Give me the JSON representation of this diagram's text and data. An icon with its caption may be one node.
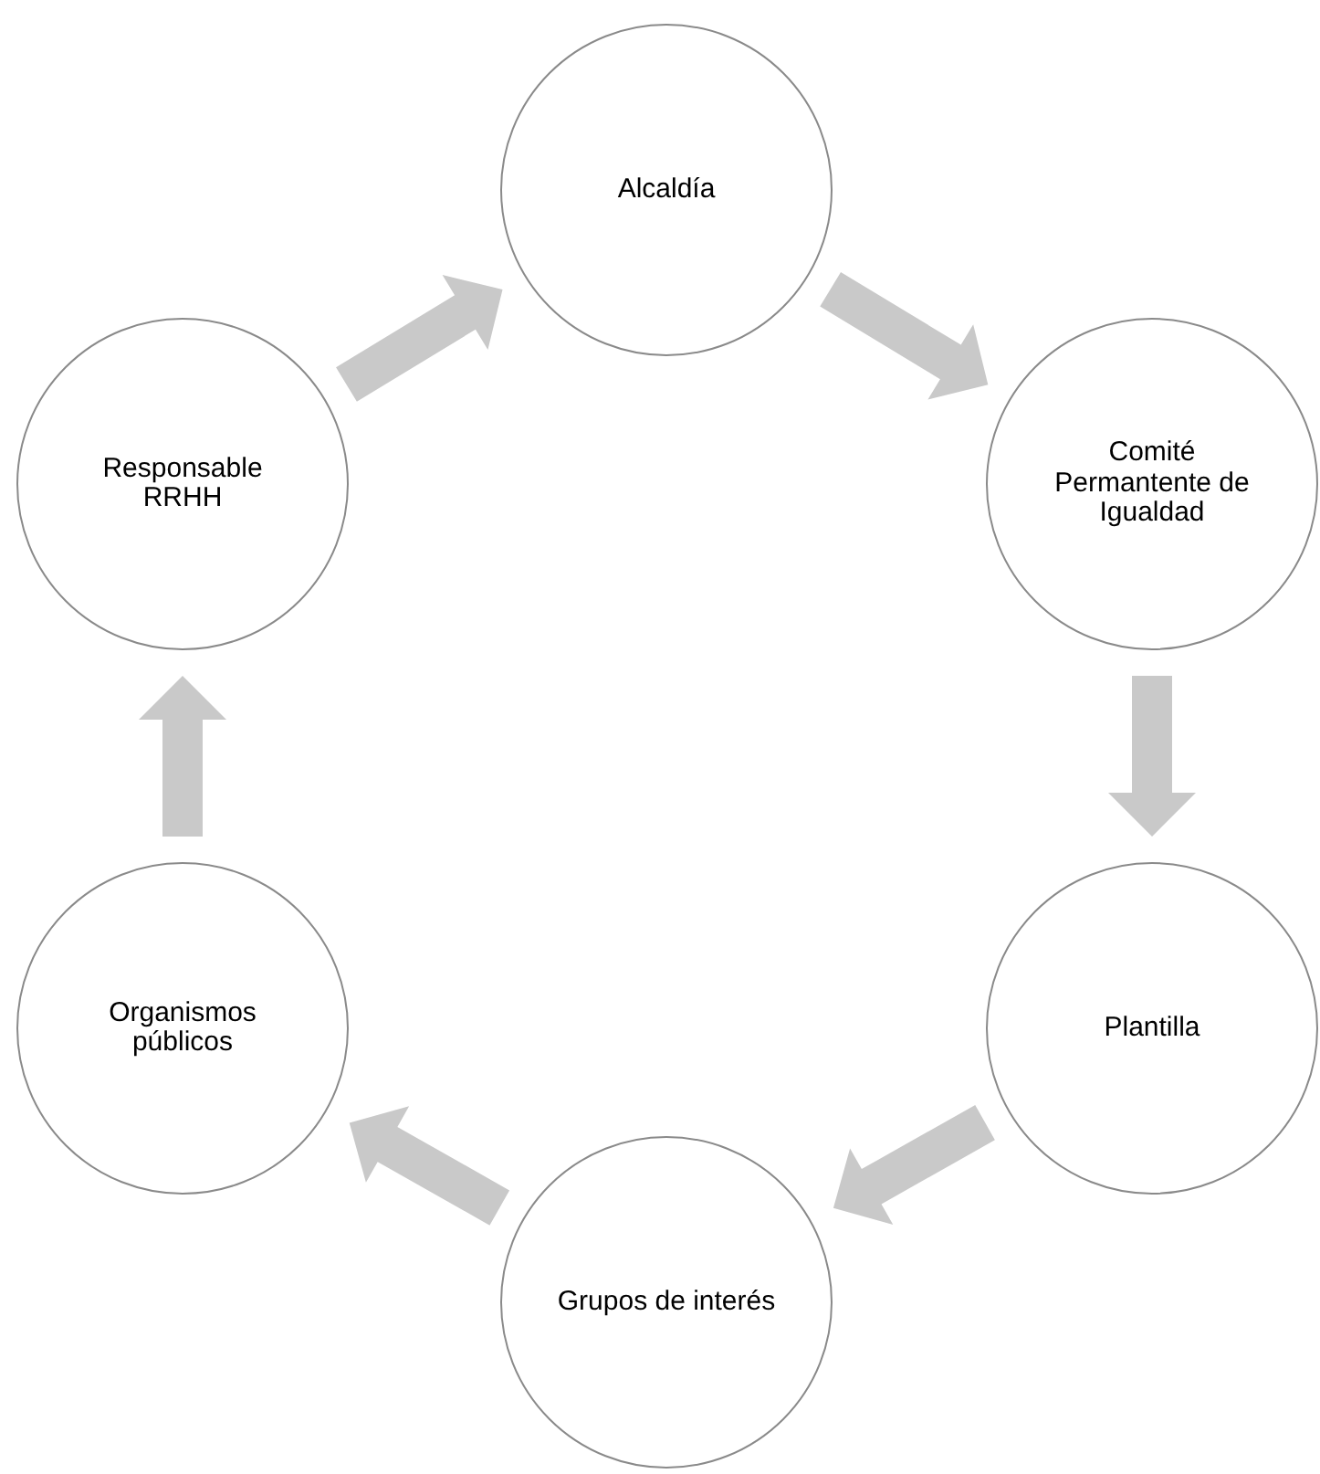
{
  "diagram": {
    "nodes": [
      {
        "text": [
          "Alcaldía"
        ]
      },
      {
        "text": [
          "Comité Permantente de Igualdad"
        ]
      },
      {
        "text": [
          "Plantilla"
        ]
      },
      {
        "text": [
          "Grupos de interés"
        ]
      },
      {
        "text": [
          "Organismos públicos"
        ]
      },
      {
        "text": [
          "Responsable RRHH"
        ]
      }
    ],
    "edges": [
      {
        "from": 0,
        "to": 1,
        "arrow": "to"
      },
      {
        "from": 1,
        "to": 2,
        "arrow": "to"
      },
      {
        "from": 2,
        "to": 3,
        "arrow": "to"
      },
      {
        "from": 3,
        "to": 4,
        "arrow": "to"
      },
      {
        "from": 4,
        "to": 5,
        "arrow": "to"
      },
      {
        "from": 5,
        "to": 0,
        "arrow": "to"
      }
    ]
  }
}
